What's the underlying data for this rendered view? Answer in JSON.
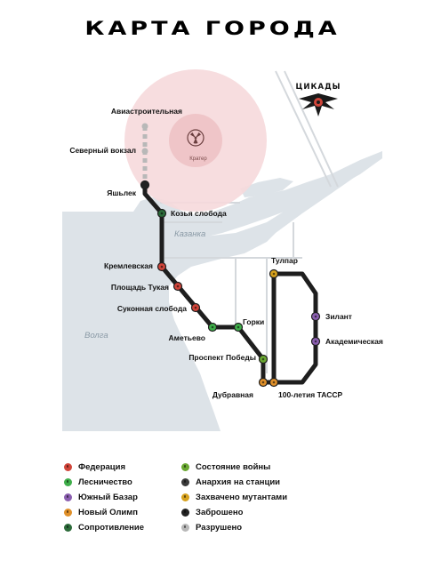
{
  "title": "КАРТА ГОРОДА",
  "logo": {
    "label": "ЦИКАДЫ",
    "icon": "cicada-icon"
  },
  "crater": {
    "label": "Кратер",
    "icon": "radiation-icon"
  },
  "water_labels": {
    "kazanka": "Казанка",
    "volga": "Волга"
  },
  "colors": {
    "federation": "#d0453a",
    "forestry": "#3fae4a",
    "south_bazaar": "#8b5fb0",
    "new_olympus": "#e0902a",
    "resistance": "#2c6b3a",
    "war": "#6aa832",
    "anarchy": "#3a3a3a",
    "mutants": "#d7a21e",
    "abandoned": "#222222",
    "destroyed": "#b8b8b8",
    "line": "#1e1e1e",
    "crater_zone": "#f6d9db"
  },
  "stations": [
    {
      "name": "Авиастроительная",
      "status": "destroyed"
    },
    {
      "name": "Северный вокзал",
      "status": "destroyed"
    },
    {
      "name": "Яшьлек",
      "status": "abandoned"
    },
    {
      "name": "Козья слобода",
      "status": "resistance"
    },
    {
      "name": "Кремлевская",
      "status": "federation"
    },
    {
      "name": "Площадь Тукая",
      "status": "federation"
    },
    {
      "name": "Суконная слобода",
      "status": "federation"
    },
    {
      "name": "Аметьево",
      "status": "forestry"
    },
    {
      "name": "Горки",
      "status": "forestry"
    },
    {
      "name": "Проспект Победы",
      "status": "war"
    },
    {
      "name": "Дубравная",
      "status": "new_olympus"
    },
    {
      "name": "100-летия ТАССР",
      "status": "new_olympus"
    },
    {
      "name": "Тулпар",
      "status": "mutants"
    },
    {
      "name": "Зилант",
      "status": "south_bazaar"
    },
    {
      "name": "Академическая",
      "status": "south_bazaar"
    }
  ],
  "legend": [
    {
      "label": "Федерация",
      "key": "federation"
    },
    {
      "label": "Лесничество",
      "key": "forestry"
    },
    {
      "label": "Южный Базар",
      "key": "south_bazaar"
    },
    {
      "label": "Новый Олимп",
      "key": "new_olympus"
    },
    {
      "label": "Сопротивление",
      "key": "resistance"
    },
    {
      "label": "Состояние войны",
      "key": "war"
    },
    {
      "label": "Анархия на станции",
      "key": "anarchy"
    },
    {
      "label": "Захвачено мутантами",
      "key": "mutants"
    },
    {
      "label": "Заброшено",
      "key": "abandoned"
    },
    {
      "label": "Разрушено",
      "key": "destroyed"
    }
  ]
}
